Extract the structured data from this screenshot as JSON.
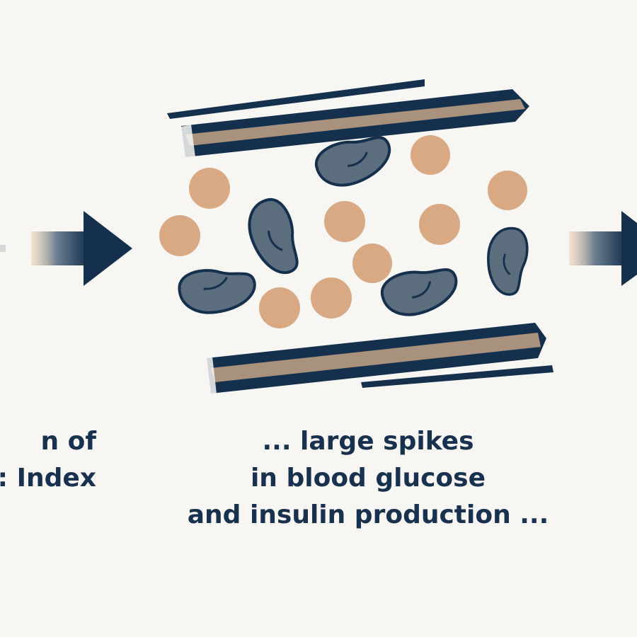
{
  "colors": {
    "background": "#f7f6f3",
    "navy": "#15304d",
    "vessel_wall": "#a8927e",
    "glucose": "#d8a982",
    "cell": "#5c6d7d",
    "text": "#17314e"
  },
  "captions": {
    "left": {
      "line1": "n of",
      "line2": ": Index"
    },
    "center": {
      "line1": "... large spikes",
      "line2": "in blood glucose",
      "line3": "and insulin production ..."
    }
  },
  "icons": {
    "left_arrow": "arrow-right-icon",
    "right_arrow": "arrow-right-icon",
    "vessel": "blood-vessel-icon",
    "cells": "red-blood-cell-icon",
    "particles": "glucose-particle-icon"
  }
}
